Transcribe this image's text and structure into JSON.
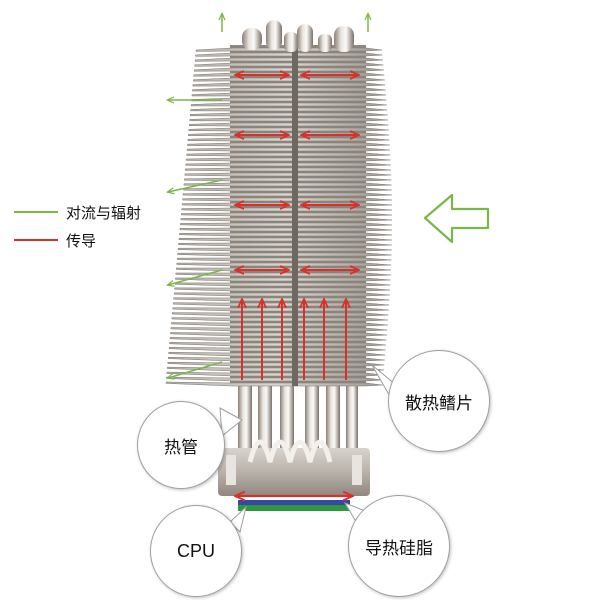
{
  "legend": {
    "convection_label": "对流与辐射",
    "conduction_label": "传导"
  },
  "callouts": {
    "heat_pipe": "热管",
    "fins": "散热鳍片",
    "cpu": "CPU",
    "thermal_paste": "导热硅脂"
  },
  "colors": {
    "convection_arrow": "#7ab648",
    "conduction_arrow": "#d8312a",
    "cpu_green": "#2a9a3c",
    "thermal_paste_blue": "#3747a8",
    "callout_border": "#9aa0a6"
  },
  "icons": {
    "airflow_intake": "hollow-left-arrow-icon"
  }
}
